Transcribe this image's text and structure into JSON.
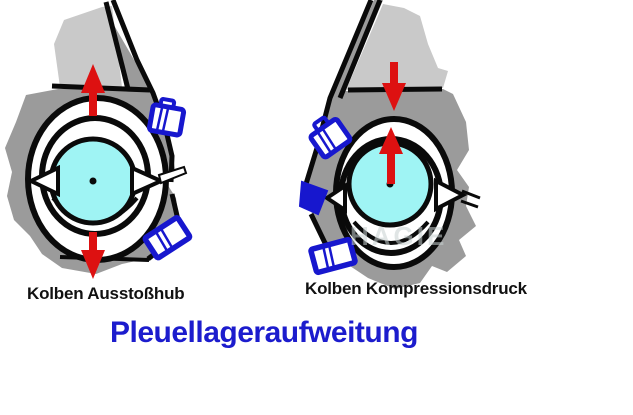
{
  "figure": {
    "title": "Pleuellageraufweitung",
    "left_diagram": {
      "label": "Kolben Ausstoßhub"
    },
    "right_diagram": {
      "label": "Kolben Kompressionsdruck"
    },
    "watermark": "HAGIE"
  },
  "colors": {
    "red_arrow": "#dd1111",
    "blue_marker": "#1717ce",
    "cyan_journal": "#9ff4f4",
    "gray_dark": "#9b9b9b",
    "gray_light": "#c9c9c9",
    "outline_black": "#0a0a0a",
    "title_blue": "#1c1ccd",
    "label_black": "#111111",
    "background": "#ffffff"
  }
}
